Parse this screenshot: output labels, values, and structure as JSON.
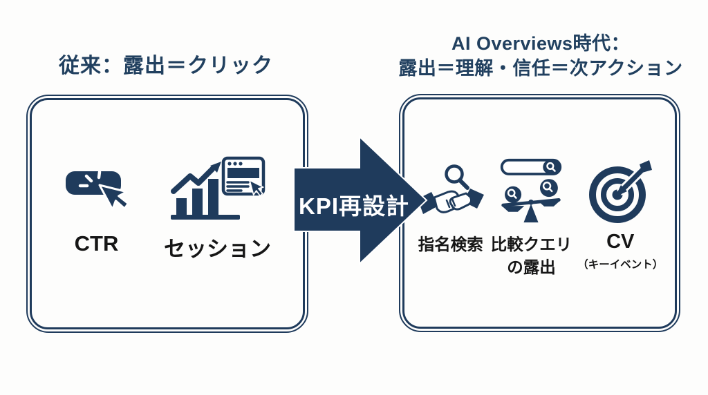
{
  "page": {
    "background": "#fdfdfc",
    "accent_navy": "#1f3b5c",
    "label_black": "#161616"
  },
  "left_section": {
    "title": "従来：露出＝クリック",
    "items": [
      {
        "icon": "click-cursor-icon",
        "label": "CTR"
      },
      {
        "icon": "analytics-browser-icon",
        "label": "セッション"
      }
    ]
  },
  "transition_arrow": {
    "label": "KPI再設計"
  },
  "right_section": {
    "title_line1": "AI Overviews時代：",
    "title_line2": "露出＝理解・信任＝次アクション",
    "items": [
      {
        "icon": "handshake-magnifier-icon",
        "line1": "指名検索",
        "line2": ""
      },
      {
        "icon": "comparison-scale-icon",
        "line1": "比較クエリ",
        "line2": "の露出"
      },
      {
        "icon": "target-dart-icon",
        "line1": "CV",
        "line2": "（キーイベント）"
      }
    ]
  }
}
